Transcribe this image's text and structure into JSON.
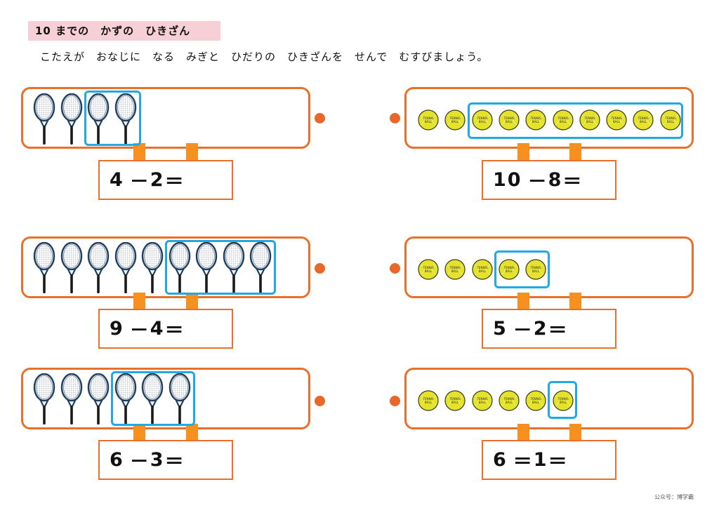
{
  "title": "10 までの　かずの　ひきざん",
  "instruction": "こたえが　おなじに　なる　みぎと　ひだりの　ひきざんを　せんで　むすびましょう。",
  "footer": "公众号：博学霸",
  "ball_text": "TENNIS BALL",
  "colors": {
    "frame": "#e8702a",
    "connector": "#f7901e",
    "highlight": "#23a9df",
    "title_bg": "#f7cfd6",
    "ball": "#e4e32a"
  },
  "left_problems": [
    {
      "minuend": "4",
      "op": "－",
      "subtrahend": "2",
      "eq": "＝",
      "items": 4,
      "circled": 2
    },
    {
      "minuend": "9",
      "op": "－",
      "subtrahend": "4",
      "eq": "＝",
      "items": 9,
      "circled": 4
    },
    {
      "minuend": "6",
      "op": "－",
      "subtrahend": "3",
      "eq": "＝",
      "items": 6,
      "circled": 3
    }
  ],
  "right_problems": [
    {
      "minuend": "10",
      "op": "－",
      "subtrahend": "8",
      "eq": "＝",
      "items": 10,
      "circled": 8
    },
    {
      "minuend": "5",
      "op": "－",
      "subtrahend": "2",
      "eq": "＝",
      "items": 5,
      "circled": 2
    },
    {
      "minuend": "6",
      "op": "＝",
      "subtrahend": "1",
      "eq": "＝",
      "items": 6,
      "circled": 1
    }
  ]
}
